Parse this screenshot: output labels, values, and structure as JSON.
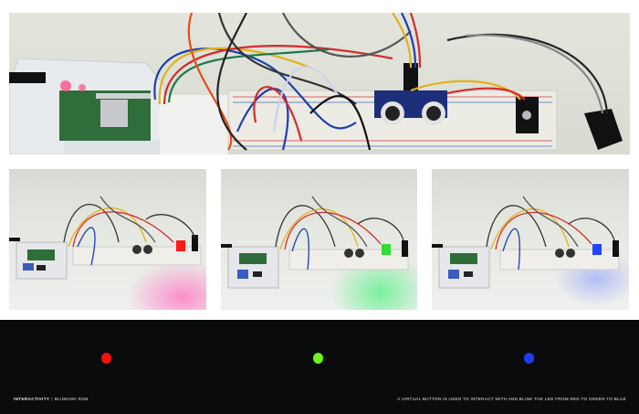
{
  "layout": {
    "top_photo": {
      "description": "Raspberry Pi in clear case wired to breadboard with ultrasonic sensor, RGB LED module and button"
    },
    "panels": [
      {
        "id": "red",
        "led_state": "red",
        "led_color": "#ff1a1a",
        "glow_color": "#ff7fc8"
      },
      {
        "id": "green",
        "led_state": "green",
        "led_color": "#55ff33",
        "glow_color": "#7dff9a"
      },
      {
        "id": "blue",
        "led_state": "blue",
        "led_color": "#2244ff",
        "glow_color": "#9aa8ff"
      }
    ]
  },
  "band": {
    "background": "#0a0b0d",
    "dots": [
      {
        "color": "#ff0d0d",
        "label": "red"
      },
      {
        "color": "#6cf51a",
        "label": "green"
      },
      {
        "color": "#1e3cf5",
        "label": "blue"
      }
    ],
    "caption_left": {
      "category": "Interactivity",
      "separator": "|",
      "title": "Blinking RGB"
    },
    "caption_right": "A virtual button is used to interact with and blink the LED from red to green to blue"
  }
}
